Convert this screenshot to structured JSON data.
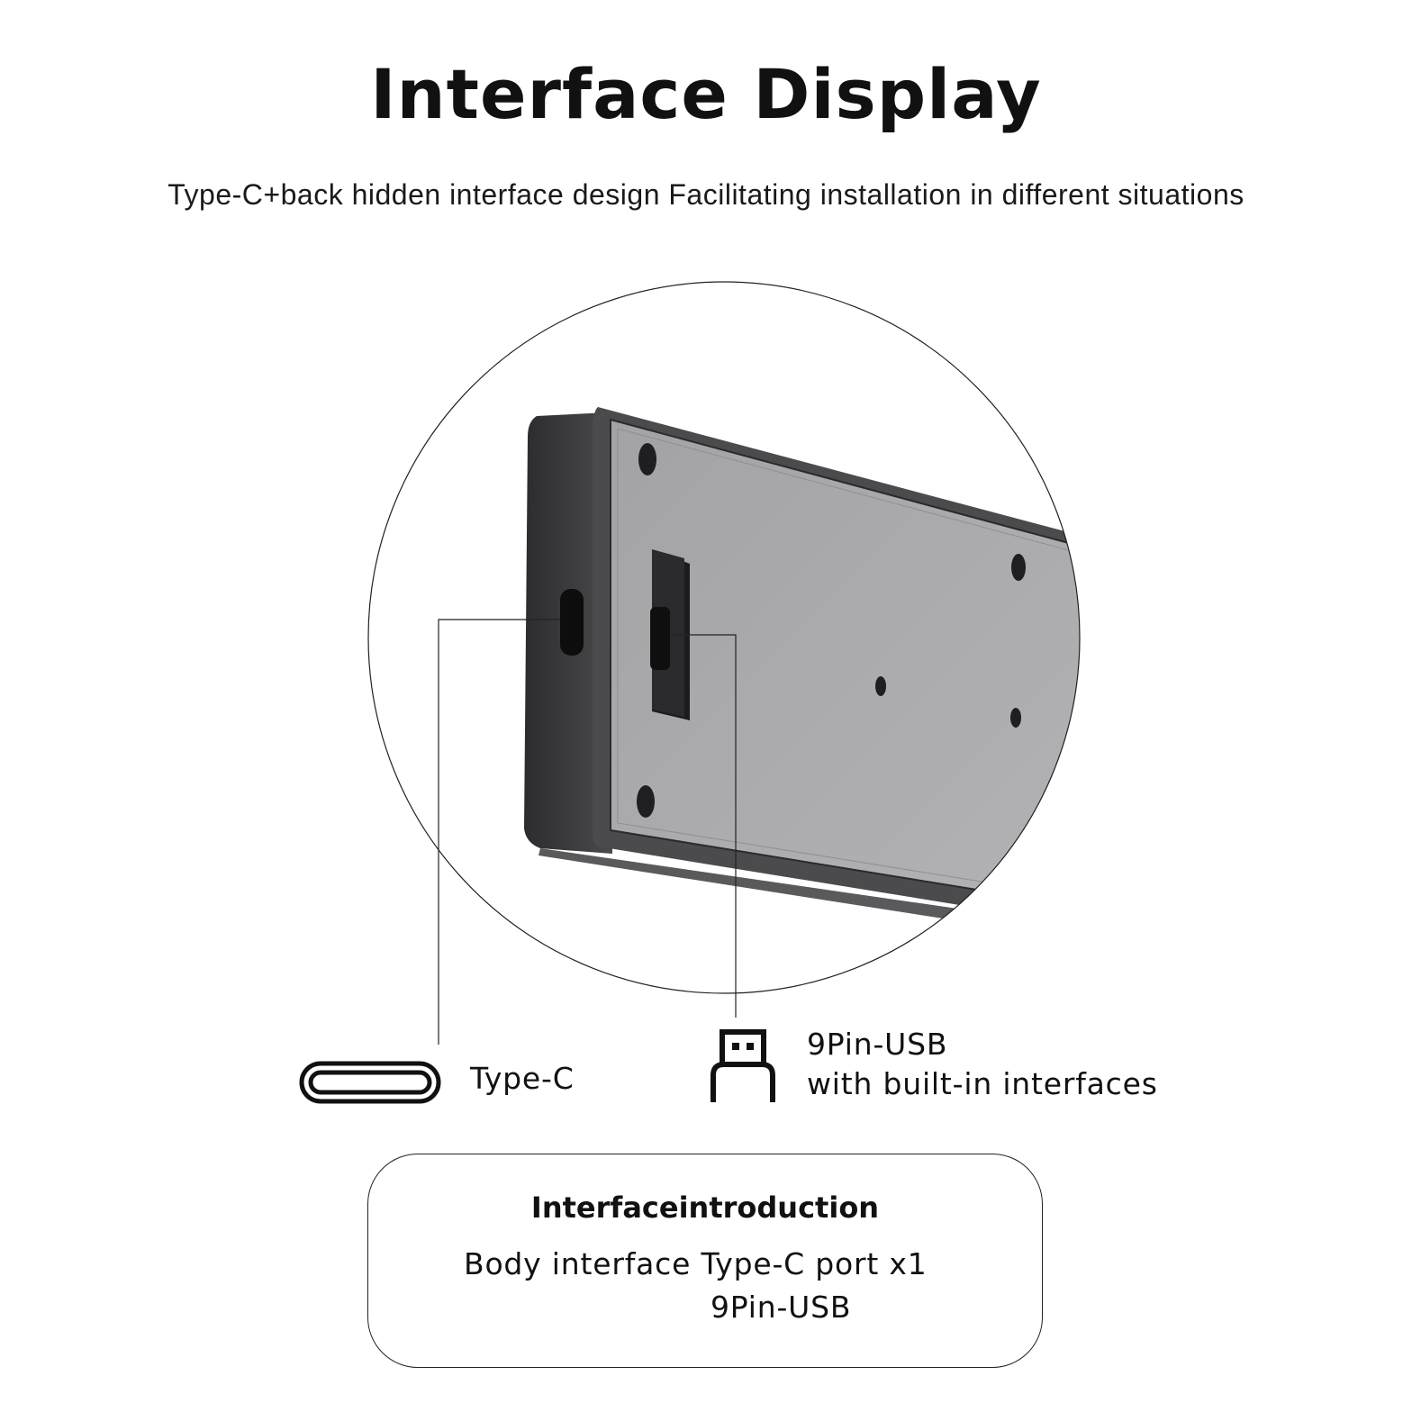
{
  "header": {
    "title": "Interface Display",
    "subtitle": "Type-C+back hidden interface design Facilitating installation in different situations"
  },
  "callouts": {
    "typec": {
      "icon": "type-c-port-icon",
      "label": "Type-C"
    },
    "usb": {
      "icon": "usb-plug-icon",
      "line1": "9Pin-USB",
      "line2": "with built-in interfaces"
    }
  },
  "info_box": {
    "title": "Interfaceintroduction",
    "line1": "Body interface Type-C port x1",
    "line2": "9Pin-USB"
  },
  "colors": {
    "background": "#ffffff",
    "text": "#111111",
    "device_body": "#a7a7a9",
    "device_frame": "#3a3a3c"
  }
}
